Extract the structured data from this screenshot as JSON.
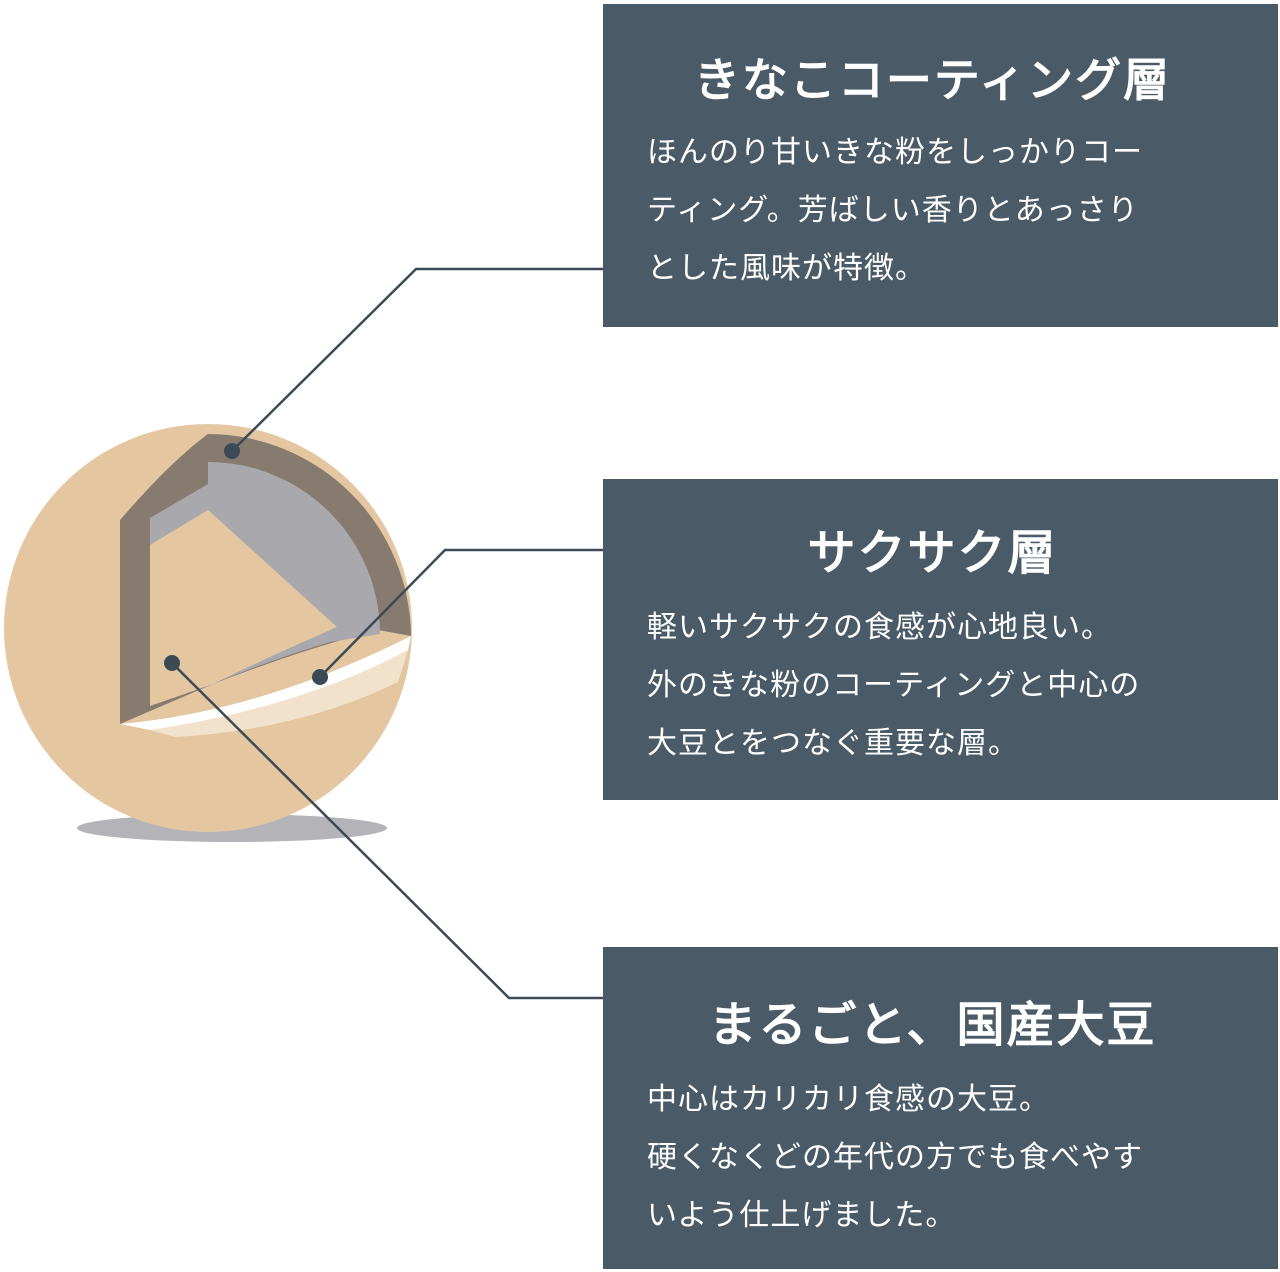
{
  "colors": {
    "panel_background": "#4a5a67",
    "panel_text": "#ffffff",
    "bean": "#e4c7a1",
    "coating_layer": "#877b70",
    "crispy_layer": "#a9a9ad",
    "leader_line": "#3c4a55"
  },
  "layers": [
    {
      "title": "きなこコーティング層",
      "lines": [
        "ほんのり甘いきな粉をしっかりコー",
        "ティング。芳ばしい香りとあっさり",
        "とした風味が特徴。"
      ]
    },
    {
      "title": "サクサク層",
      "lines": [
        "軽いサクサクの食感が心地良い。",
        "外のきな粉のコーティングと中心の",
        "大豆とをつなぐ重要な層。"
      ]
    },
    {
      "title": "まるごと、国産大豆",
      "lines": [
        "中心はカリカリ食感の大豆。",
        "硬くなくどの年代の方でも食べやす",
        "いよう仕上げました。"
      ]
    }
  ]
}
